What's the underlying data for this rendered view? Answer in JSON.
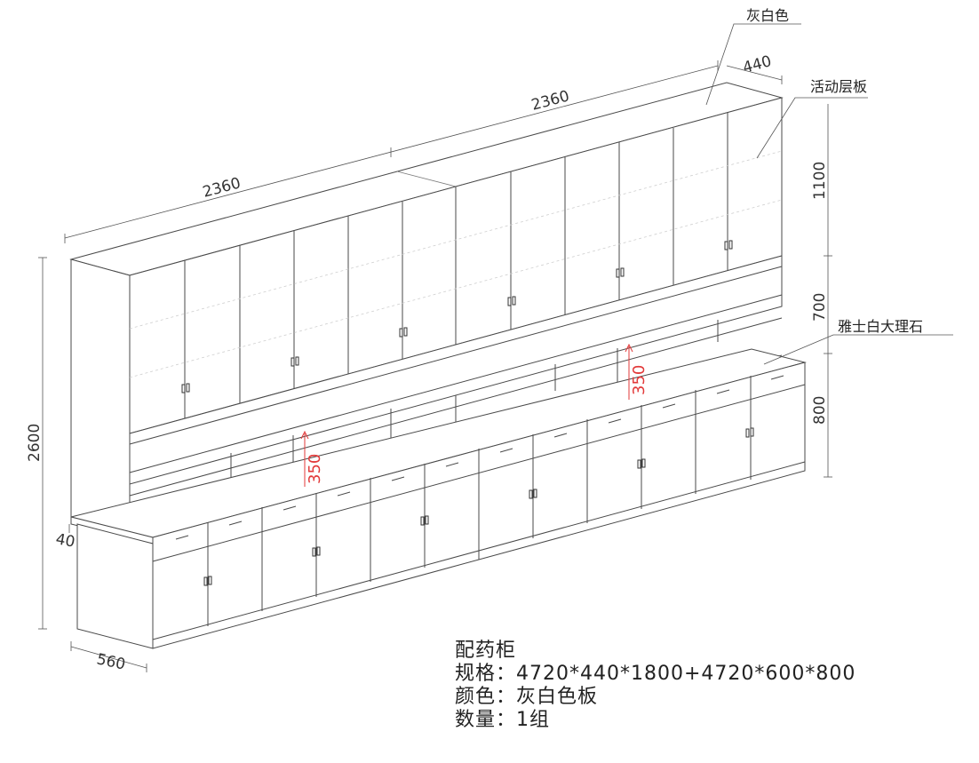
{
  "dimensions": {
    "top_left_width": "2360",
    "top_right_width": "2360",
    "depth_top": "440",
    "upper_height": "1100",
    "middle_height": "700",
    "base_height": "800",
    "total_height": "2600",
    "plinth": "40",
    "depth_base": "560",
    "niche_left": "350",
    "niche_right": "350"
  },
  "callouts": {
    "color_note": "灰白色",
    "shelf_note": "活动层板",
    "top_note": "雅士白大理石"
  },
  "spec": {
    "name": "配药柜",
    "size": "规格：4720*440*1800+4720*600*800",
    "color": "颜色：灰白色板",
    "quantity": "数量：1组"
  },
  "colors": {
    "line": "#4a4a4a",
    "dimension_red": "#e23a3a"
  }
}
